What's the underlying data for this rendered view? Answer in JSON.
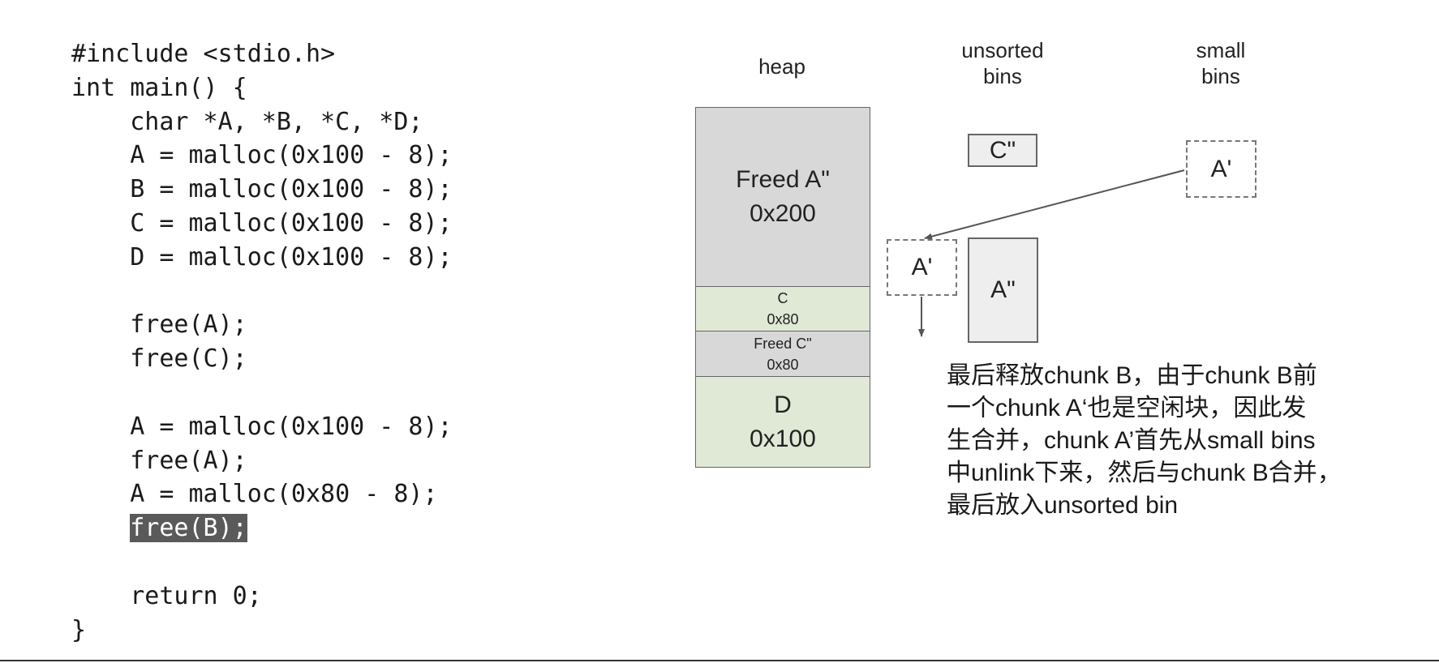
{
  "code": {
    "lines": [
      "#include <stdio.h>",
      "int main() {",
      "    char *A, *B, *C, *D;",
      "    A = malloc(0x100 - 8);",
      "    B = malloc(0x100 - 8);",
      "    C = malloc(0x100 - 8);",
      "    D = malloc(0x100 - 8);",
      "",
      "    free(A);",
      "    free(C);",
      "",
      "    A = malloc(0x100 - 8);",
      "    free(A);",
      "    A = malloc(0x80 - 8);",
      "    ",
      "",
      "    return 0;",
      "}"
    ],
    "highlighted_line": "free(B);"
  },
  "headers": {
    "heap": "heap",
    "unsorted": "unsorted\nbins",
    "small": "small\nbins"
  },
  "heap": {
    "freed_a": {
      "name": "Freed A\"",
      "size": "0x200"
    },
    "c": {
      "name": "C",
      "size": "0x80"
    },
    "freed_c": {
      "name": "Freed C\"",
      "size": "0x80"
    },
    "d": {
      "name": "D",
      "size": "0x100"
    }
  },
  "bins": {
    "unsorted_c": "C\"",
    "small_a": "A'",
    "moved_a": "A'",
    "unsorted_a2": "A\""
  },
  "note": {
    "lines": [
      "最后释放chunk B，由于chunk B前",
      "一个chunk A‘也是空闲块，因此发",
      "生合并，chunk A’首先从small bins",
      "中unlink下来，然后与chunk B合并，",
      "最后放入unsorted bin"
    ]
  },
  "colors": {
    "freed": "#d9d8d9",
    "allocated": "#dfe9d6",
    "bin_box": "#eeeeee",
    "highlight": "#5a5a5a"
  }
}
